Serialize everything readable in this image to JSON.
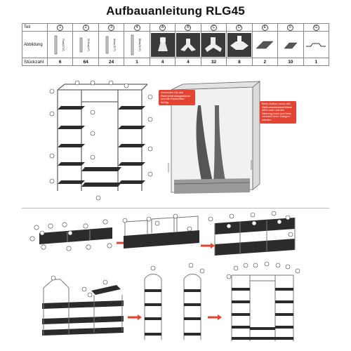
{
  "title": "Aufbauanleitung RLG45",
  "table": {
    "row_labels": {
      "part": "Teil",
      "image": "Abbildung",
      "count": "Stückzahl"
    },
    "parts": [
      {
        "id": "1",
        "count": "6",
        "dim": "70cm(27.6\")"
      },
      {
        "id": "2",
        "count": "64",
        "dim": "30.5cm(12\")"
      },
      {
        "id": "3",
        "count": "24",
        "dim": "40cm(15.7\")"
      },
      {
        "id": "4",
        "count": "1",
        "dim": "85cm(33.5\")"
      },
      {
        "id": "A",
        "count": "4",
        "dim": ""
      },
      {
        "id": "B",
        "count": "4",
        "dim": ""
      },
      {
        "id": "C",
        "count": "32",
        "dim": ""
      },
      {
        "id": "D",
        "count": "8",
        "dim": ""
      },
      {
        "id": "E",
        "count": "2",
        "dim": ""
      },
      {
        "id": "F",
        "count": "10",
        "dim": ""
      },
      {
        "id": "G",
        "count": "1",
        "dim": ""
      }
    ]
  },
  "notes": {
    "frame": "Verbinden Sie alle Rohrverbindungsstücke und die Eisenröhre richtig.",
    "cover": "Beim Aufbau muss alle Reißverschlussschlüsse offen sein und der Überzug hoch und links zentriert beim Zulegen werden."
  },
  "colors": {
    "note_bg": "#e64433",
    "arrow": "#e64433",
    "shelf": "#2b2b2b",
    "pole": "#777777",
    "cover": "#eeeeee"
  }
}
